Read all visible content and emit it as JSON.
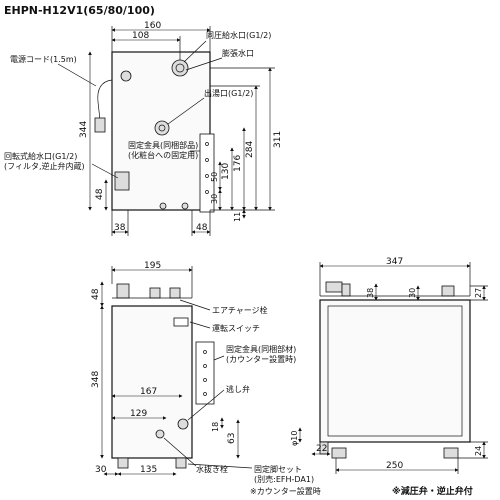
{
  "model_title": "EHPN-H12V1(65/80/100)",
  "top_view": {
    "dim_160": "160",
    "dim_108": "108",
    "dim_344": "344",
    "dim_311": "311",
    "dim_284": "284",
    "dim_176": "176",
    "dim_130": "130",
    "dim_50": "50",
    "dim_30": "30",
    "dim_11": "11",
    "dim_48_left": "48",
    "dim_38": "38",
    "dim_48_bottom": "48",
    "label_cold_inlet": "同圧給水口(G1/2)",
    "label_expansion": "膨張水口",
    "label_power_cord": "電源コード(1.5m)",
    "label_hot_outlet": "出湯口(G1/2)",
    "label_bracket": "固定金具(同梱部品)",
    "label_bracket_sub": "(化粧台への固定用)",
    "label_rotary_inlet": "回転式給水口(G1/2)",
    "label_rotary_inlet_sub": "(フィルタ,逆止弁内蔵)"
  },
  "front_view": {
    "dim_195": "195",
    "dim_48_top": "48",
    "dim_348": "348",
    "dim_167": "167",
    "dim_129": "129",
    "dim_18": "18",
    "dim_63": "63",
    "dim_30": "30",
    "dim_135": "135",
    "label_air_charge": "エアチャージ栓",
    "label_switch": "運転スイッチ",
    "label_bracket": "固定金具(同梱部材)",
    "label_bracket_sub": "(カウンター設置時)",
    "label_relief": "逃し弁",
    "label_drain": "水抜き栓",
    "label_stand": "固定脚セット",
    "label_stand_sub": "(別売:EFH-DA1)",
    "label_stand_note": "※カウンター設置時"
  },
  "side_view": {
    "dim_347": "347",
    "dim_38": "38",
    "dim_30": "30",
    "dim_27": "27",
    "dim_10": "φ10",
    "dim_22": "22",
    "dim_250": "250",
    "dim_24": "24"
  },
  "footnote": "※減圧弁・逆止弁付"
}
